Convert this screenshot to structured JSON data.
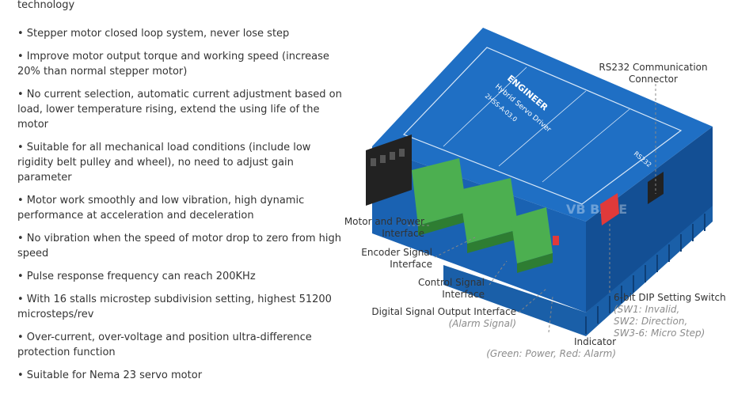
{
  "features": [
    "technology",
    "• Stepper motor closed loop system, never lose step",
    "• Improve motor output torque and working speed (increase 20% than normal stepper motor)",
    "• No current selection, automatic current adjustment based on load, lower temperature rising, extend the using life of the motor",
    "• Suitable for all mechanical load conditions (include low rigidity belt pulley and wheel), no need to adjust gain parameter",
    "• Motor work smoothly and low vibration, high dynamic performance at acceleration and deceleration",
    "• No vibration when the speed of motor drop to zero from high speed",
    "• Pulse response frequency can reach 200KHz",
    "• With 16 stalls microstep subdivision setting, highest 51200 microsteps/rev",
    "• Over-current, over-voltage and position ultra-difference protection function",
    "• Suitable for Nema 23 servo motor"
  ],
  "callouts": {
    "rs232": {
      "line1": "RS232 Communication",
      "line2": "Connector"
    },
    "motor_power": {
      "line1": "Motor and Power",
      "line2": "Interface"
    },
    "encoder": {
      "line1": "Encoder Signal",
      "line2": "Interface"
    },
    "control": {
      "line1": "Control Signal",
      "line2": "Interface"
    },
    "digital": {
      "line1": "Digital Signal Output Interface",
      "sub": "(Alarm Signal)"
    },
    "indicator": {
      "line1": "Indicator",
      "sub": "(Green: Power, Red: Alarm)"
    },
    "dip": {
      "line1": "6-bit DIP Setting Switch",
      "sub1": "(SW1: Invalid,",
      "sub2": "SW2: Direction,",
      "sub3": "SW3-6: Micro Step)"
    }
  },
  "device": {
    "brand": "ENGINEER",
    "title": "Hybrid Servo Driver",
    "model": "2HSS-A-03.0",
    "watermark": "VB BASE",
    "port_label": "RS232",
    "colors": {
      "body": "#1f6fc4",
      "body_dark": "#134f94",
      "fins": "#1a5fa8",
      "terminal_green": "#4caf50",
      "terminal_black": "#222222",
      "dip_red": "#e03a3a"
    }
  }
}
